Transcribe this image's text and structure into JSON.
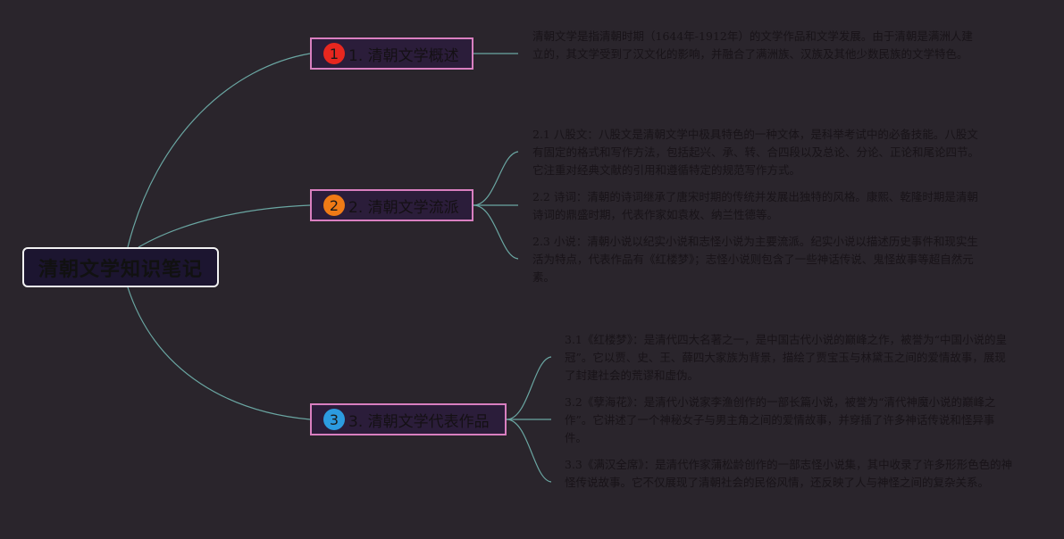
{
  "colors": {
    "background": "#2a252c",
    "link": "#6aa6a2",
    "branch_border": "#d97fc0",
    "badge_1": "#e8271f",
    "badge_2": "#f07b16",
    "badge_3": "#2c9be0"
  },
  "root": {
    "title": "清朝文学知识笔记"
  },
  "branches": [
    {
      "number": "1",
      "label": "1. 清朝文学概述",
      "notes": [
        "清朝文学是指清朝时期（1644年-1912年）的文学作品和文学发展。由于清朝是满洲人建立的，其文学受到了汉文化的影响，并融合了满洲族、汉族及其他少数民族的文学特色。"
      ]
    },
    {
      "number": "2",
      "label": "2. 清朝文学流派",
      "notes": [
        "2.1 八股文：八股文是清朝文学中极具特色的一种文体，是科举考试中的必备技能。八股文有固定的格式和写作方法，包括起兴、承、转、合四段以及总论、分论、正论和尾论四节。它注重对经典文献的引用和遵循特定的规范写作方式。",
        "2.2 诗词：清朝的诗词继承了唐宋时期的传统并发展出独特的风格。康熙、乾隆时期是清朝诗词的鼎盛时期，代表作家如袁枚、纳兰性德等。",
        "2.3 小说：清朝小说以纪实小说和志怪小说为主要流派。纪实小说以描述历史事件和现实生活为特点，代表作品有《红楼梦》；志怪小说则包含了一些神话传说、鬼怪故事等超自然元素。"
      ]
    },
    {
      "number": "3",
      "label": "3. 清朝文学代表作品",
      "notes": [
        "3.1《红楼梦》：是清代四大名著之一，是中国古代小说的巅峰之作，被誉为“中国小说的皇冠”。它以贾、史、王、薛四大家族为背景，描绘了贾宝玉与林黛玉之间的爱情故事，展现了封建社会的荒谬和虚伪。",
        "3.2《孽海花》：是清代小说家李渔创作的一部长篇小说，被誉为“清代神魔小说的巅峰之作”。它讲述了一个神秘女子与男主角之间的爱情故事，并穿插了许多神话传说和怪异事件。",
        "3.3《满汉全席》：是清代作家蒲松龄创作的一部志怪小说集，其中收录了许多形形色色的神怪传说故事。它不仅展现了清朝社会的民俗风情，还反映了人与神怪之间的复杂关系。"
      ]
    }
  ]
}
